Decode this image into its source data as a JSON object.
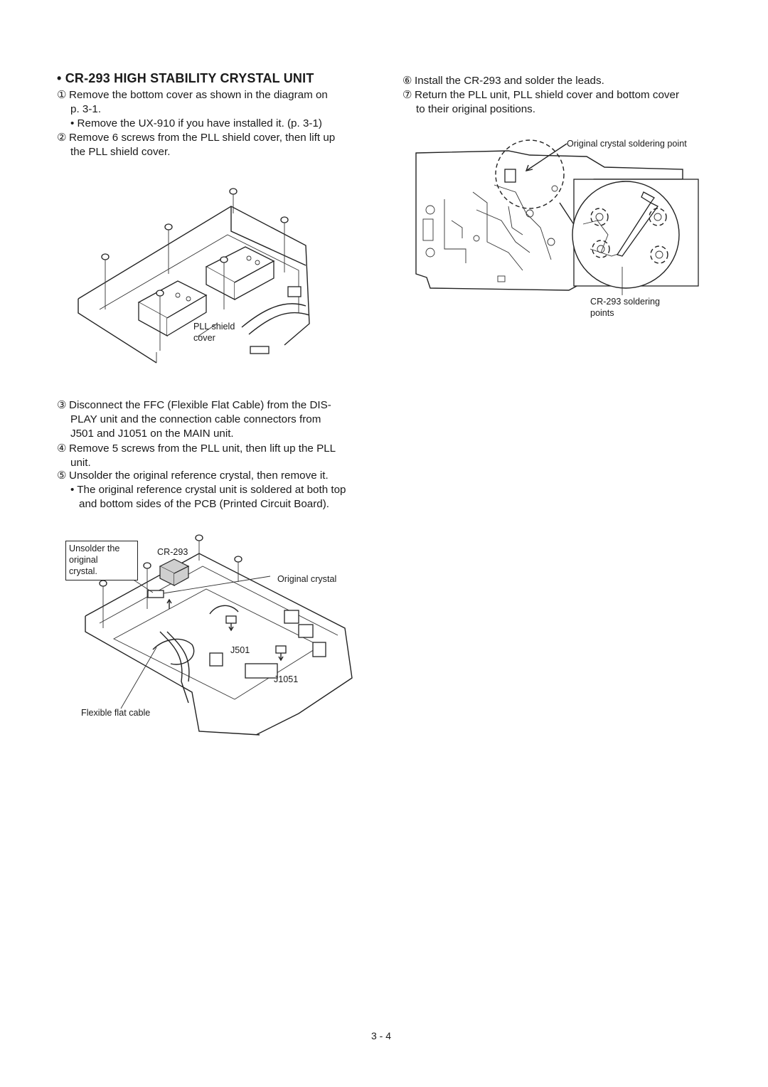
{
  "header": {
    "title": "• CR-293 HIGH STABILITY CRYSTAL UNIT"
  },
  "left_steps": {
    "s1_num": "①",
    "s1_line1": "Remove the bottom cover as shown in the diagram on",
    "s1_line2": "p. 3-1.",
    "s1_bullet": "•  Remove the UX-910 if you have installed it. (p. 3-1)",
    "s2_num": "②",
    "s2_line1": "Remove 6 screws from the PLL shield cover, then lift up",
    "s2_line2": "the PLL shield cover.",
    "s3_num": "③",
    "s3_line1": "Disconnect the FFC (Flexible Flat Cable) from the DIS-",
    "s3_line2": "PLAY unit and the connection cable connectors from",
    "s3_line3": "J501 and J1051 on the MAIN unit.",
    "s4_num": "④",
    "s4_line1": "Remove 5 screws from the PLL unit, then lift up the PLL",
    "s4_line2": "unit.",
    "s5_num": "⑤",
    "s5_line1": "Unsolder the original reference crystal, then remove it.",
    "s5_bullet1": "•  The original reference crystal unit is soldered at both top",
    "s5_bullet2": "and bottom sides of the PCB (Printed Circuit Board)."
  },
  "right_steps": {
    "s6_num": "⑥",
    "s6_line1": "Install the CR-293 and solder the leads.",
    "s7_num": "⑦",
    "s7_line1": "Return the PLL unit, PLL shield cover and bottom cover",
    "s7_line2": "to their original positions."
  },
  "figure1": {
    "label_line1": "PLL shield",
    "label_line2": "cover"
  },
  "figure2": {
    "unsolder_line1": "Unsolder the",
    "unsolder_line2": "original",
    "unsolder_line3": "crystal.",
    "cr293": "CR-293",
    "original_crystal": "Original crystal",
    "j501": "J501",
    "j1051": "J1051",
    "ffc": "Flexible flat cable"
  },
  "figure3": {
    "soldering_point": "Original crystal soldering point",
    "cr293_line1": "CR-293 soldering",
    "cr293_line2": "points"
  },
  "footer": {
    "page_number": "3 - 4"
  }
}
